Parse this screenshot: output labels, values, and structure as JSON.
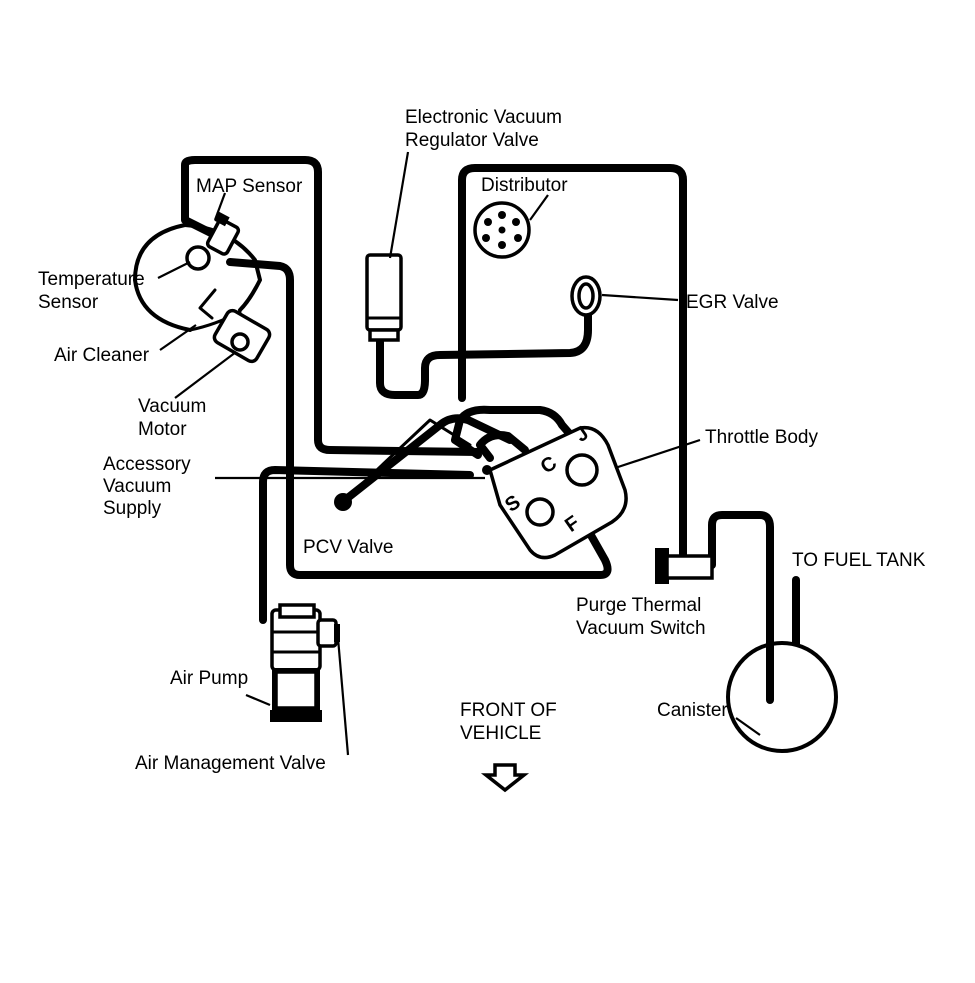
{
  "labels": {
    "map_sensor": "MAP Sensor",
    "temperature_sensor": [
      "Temperature",
      "Sensor"
    ],
    "air_cleaner": "Air Cleaner",
    "vacuum_motor": [
      "Vacuum",
      "Motor"
    ],
    "accessory_vacuum_supply": [
      "Accessory",
      "Vacuum",
      "Supply"
    ],
    "electronic_vacuum_regulator_valve": [
      "Electronic Vacuum",
      "Regulator Valve"
    ],
    "distributor": "Distributor",
    "egr_valve": "EGR Valve",
    "throttle_body": "Throttle Body",
    "pcv_valve": "PCV Valve",
    "to_fuel_tank": "TO FUEL TANK",
    "purge_thermal_vacuum_switch": [
      "Purge Thermal",
      "Vacuum Switch"
    ],
    "canister": "Canister",
    "air_pump": "Air Pump",
    "air_management_valve": "Air Management Valve",
    "front_of_vehicle": [
      "FRONT OF",
      "VEHICLE"
    ]
  },
  "throttle_ports": [
    "C",
    "J",
    "S",
    "F"
  ]
}
